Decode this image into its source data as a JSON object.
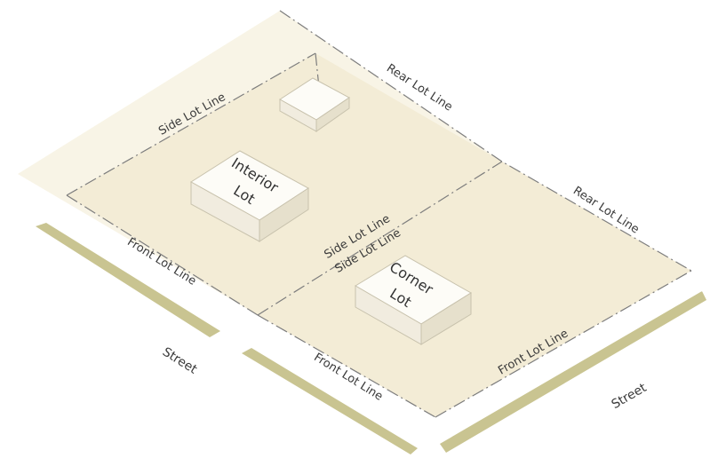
{
  "diagram": {
    "labels": {
      "side_lot_line_upper": "Side Lot Line",
      "rear_lot_line_upper": "Rear Lot Line",
      "rear_lot_line_right": "Rear Lot Line",
      "side_lot_line_mid_1": "Side Lot Line",
      "side_lot_line_mid_2": "Side Lot Line",
      "front_lot_line_left": "Front Lot Line",
      "front_lot_line_bottom": "Front Lot Line",
      "front_lot_line_right": "Front Lot Line",
      "street_left": "Street",
      "street_right": "Street"
    },
    "buildings": {
      "interior_line1": "Interior",
      "interior_line2": "Lot",
      "corner_line1": "Corner",
      "corner_line2": "Lot"
    },
    "colors": {
      "lot_fill": "#f6f0de",
      "street_fill": "#ffffff",
      "curb": "#c9c491",
      "building_top": "#fdfcf7",
      "building_side": "#ece6d4"
    }
  }
}
